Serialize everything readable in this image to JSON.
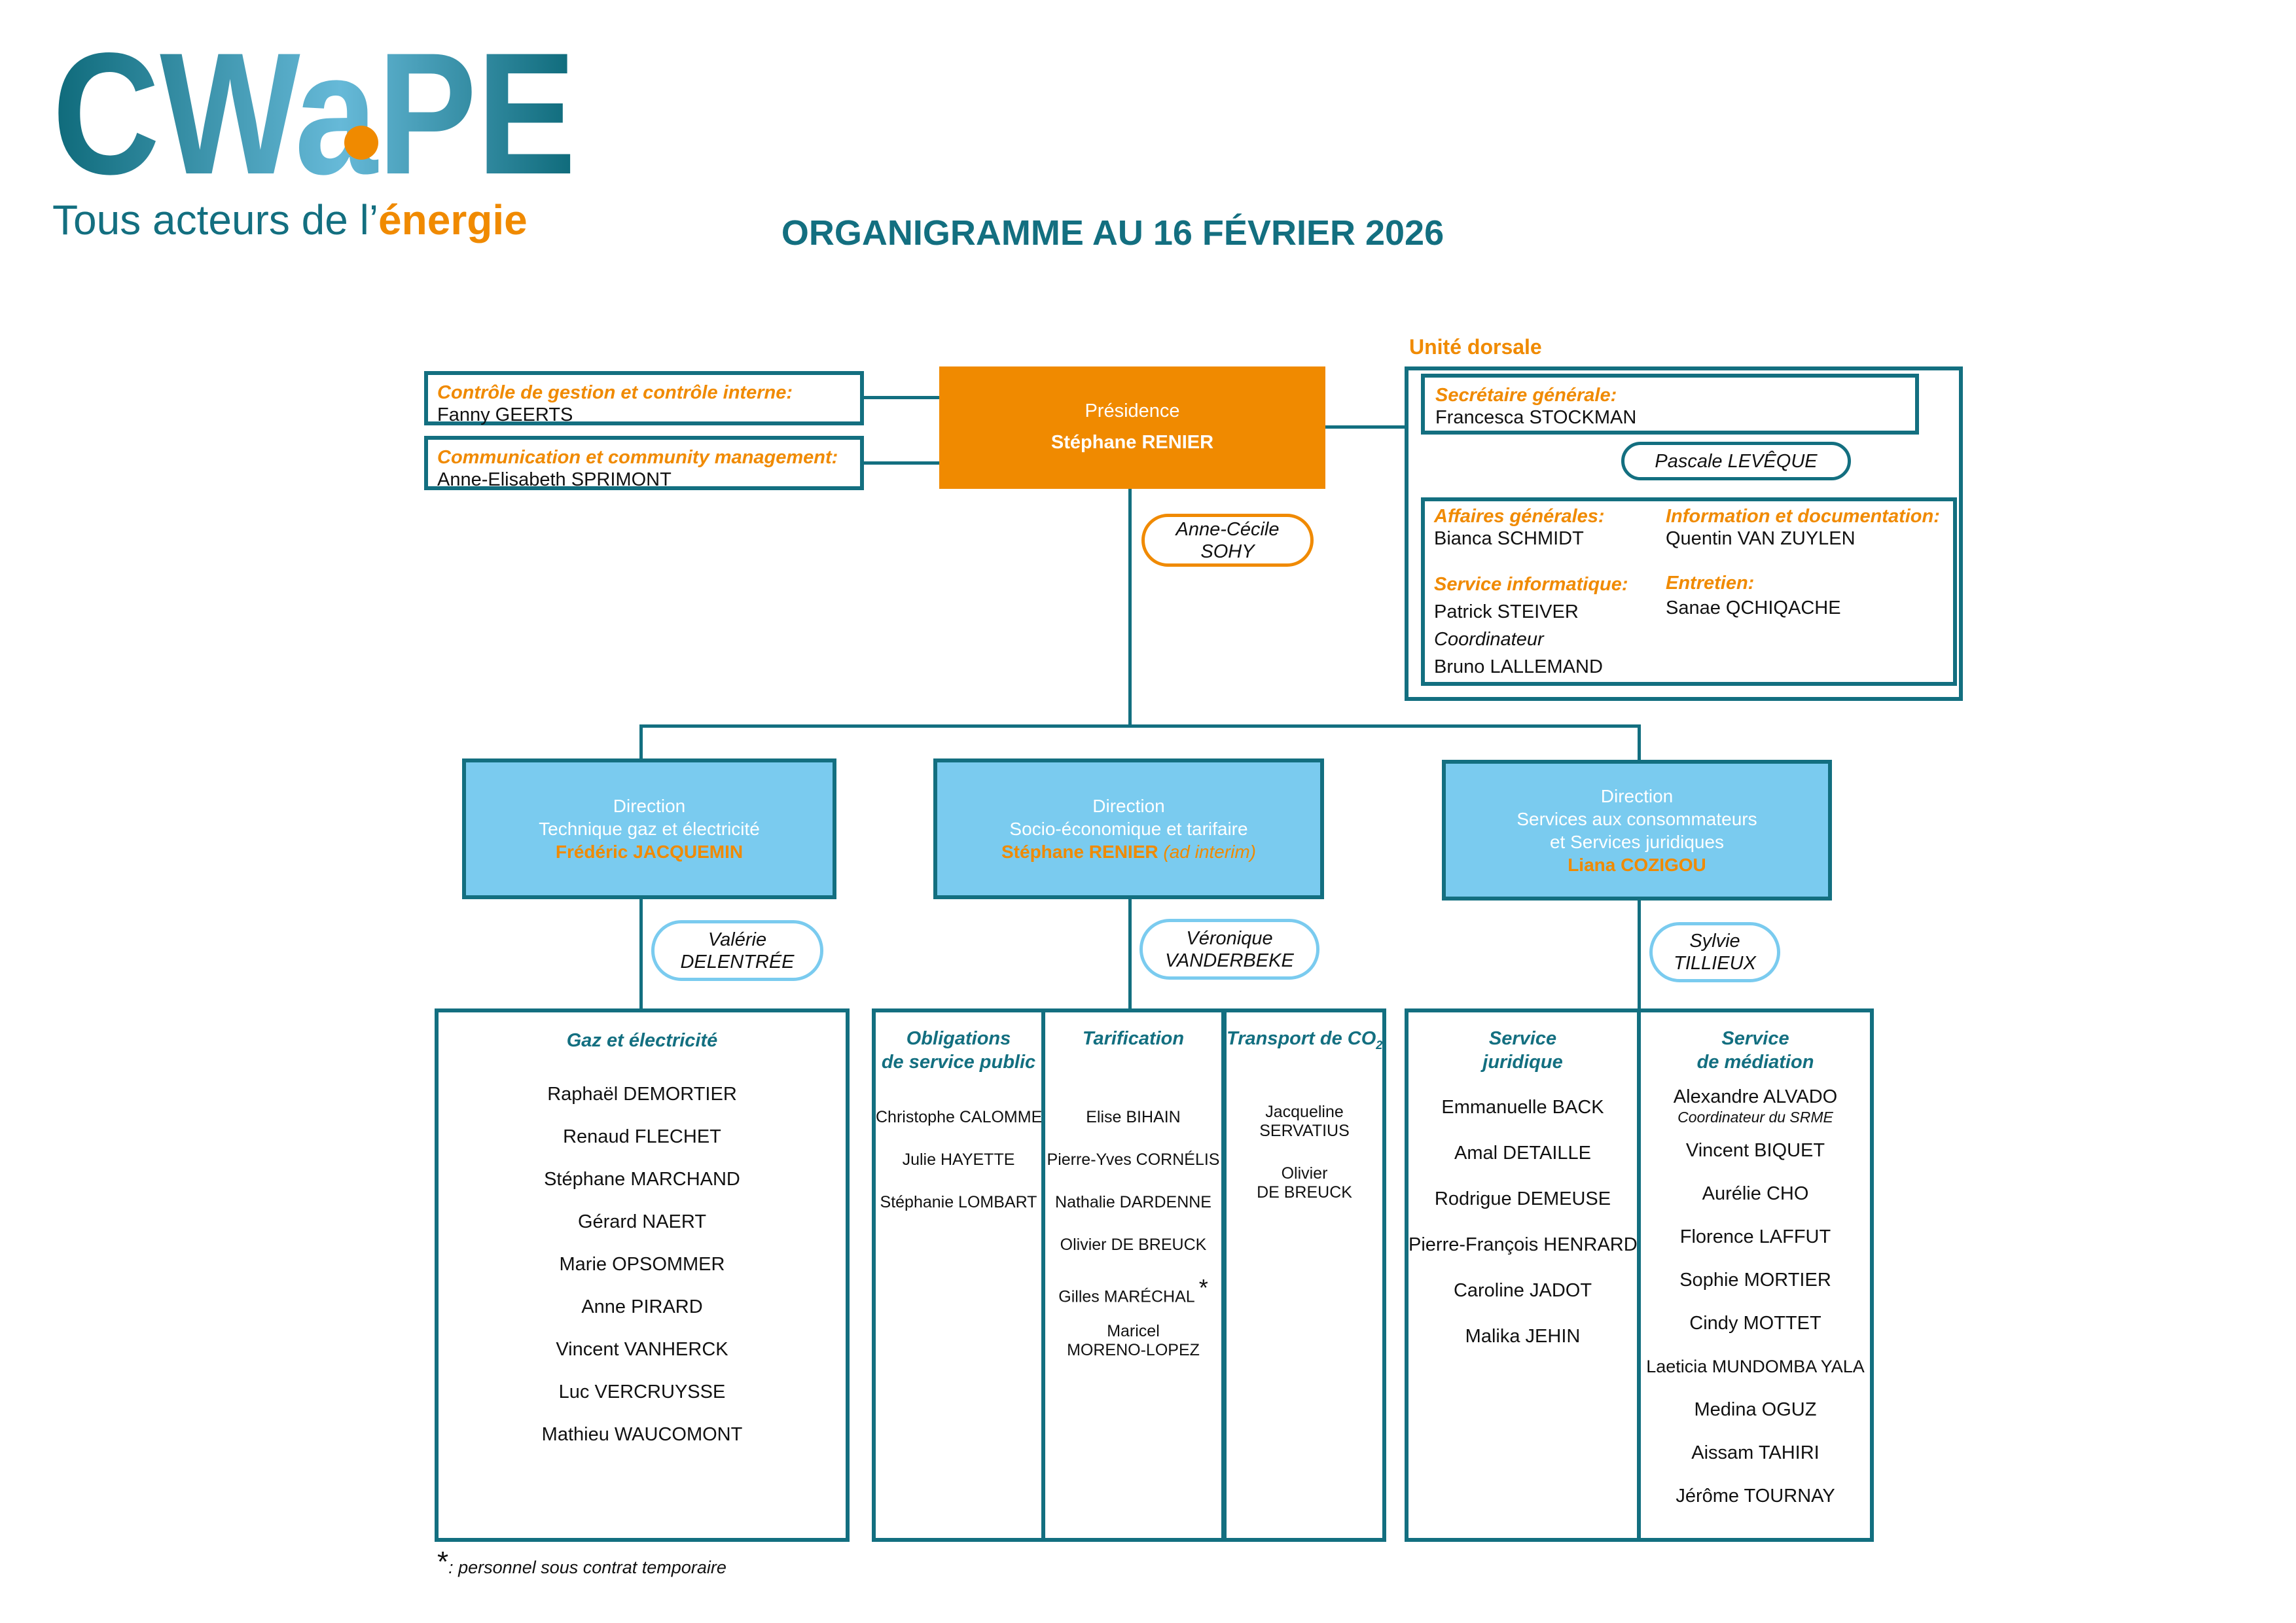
{
  "logo": {
    "wordmark": "CWaPE",
    "tagline_main": "Tous acteurs de l’",
    "tagline_accent": "énergie"
  },
  "title": "ORGANIGRAMME AU 16 FÉVRIER 2026",
  "colors": {
    "teal": "#136f80",
    "orange": "#f08a00",
    "light_blue": "#7acbef"
  },
  "side_boxes": [
    {
      "label": "Contrôle de gestion et contrôle interne:",
      "name": "Fanny GEERTS"
    },
    {
      "label": "Communication et community management:",
      "name": "Anne-Elisabeth SPRIMONT"
    }
  ],
  "presidence": {
    "title": "Présidence",
    "name": "Stéphane RENIER",
    "assistant": [
      "Anne-Cécile",
      "SOHY"
    ]
  },
  "unite_dorsale": {
    "heading": "Unité dorsale",
    "secretaire": {
      "label": "Secrétaire générale:",
      "name": "Francesca STOCKMAN"
    },
    "assistant": "Pascale LEVÊQUE",
    "affaires": {
      "label": "Affaires générales:",
      "name": "Bianca SCHMIDT"
    },
    "information": {
      "label": "Information et documentation:",
      "name": "Quentin VAN ZUYLEN"
    },
    "informatique": {
      "label": "Service informatique:",
      "name": "Patrick STEIVER",
      "role": "Coordinateur",
      "name2": "Bruno LALLEMAND"
    },
    "entretien": {
      "label": "Entretien:",
      "name": "Sanae QCHIQACHE"
    }
  },
  "directions": [
    {
      "title": "Direction",
      "sub": [
        "Technique gaz et électricité"
      ],
      "head": "Frédéric JACQUEMIN",
      "note": "",
      "assistant": [
        "Valérie",
        "DELENTRÉE"
      ]
    },
    {
      "title": "Direction",
      "sub": [
        "Socio-économique et tarifaire"
      ],
      "head": "Stéphane RENIER",
      "note": "(ad interim)",
      "assistant": [
        "Véronique",
        "VANDERBEKE"
      ]
    },
    {
      "title": "Direction",
      "sub": [
        "Services aux consommateurs",
        "et Services juridiques"
      ],
      "head": "Liana COZIGOU",
      "note": "",
      "assistant": [
        "Sylvie",
        "TILLIEUX"
      ]
    }
  ],
  "services": {
    "gaz": {
      "title": "Gaz et électricité",
      "members": [
        "Raphaël DEMORTIER",
        "Renaud FLECHET",
        "Stéphane MARCHAND",
        "Gérard NAERT",
        "Marie OPSOMMER",
        "Anne PIRARD",
        "Vincent VANHERCK",
        "Luc VERCRUYSSE",
        "Mathieu WAUCOMONT"
      ]
    },
    "osp": {
      "title": [
        "Obligations",
        "de service public"
      ],
      "members": [
        "Christophe CALOMME",
        "Julie HAYETTE",
        "Stéphanie LOMBART"
      ]
    },
    "tarif": {
      "title": "Tarification",
      "members": [
        "Elise BIHAIN",
        "Pierre-Yves CORNÉLIS",
        "Nathalie DARDENNE",
        "Olivier DE BREUCK",
        "Gilles MARÉCHAL"
      ],
      "last": [
        "Maricel",
        "MORENO-LOPEZ"
      ],
      "temp_mark": "*"
    },
    "co2": {
      "title": "Transport de CO",
      "title_sub": "2",
      "members": [
        [
          "Jacqueline",
          "SERVATIUS"
        ],
        [
          "Olivier",
          "DE BREUCK"
        ]
      ]
    },
    "juridique": {
      "title": [
        "Service",
        "juridique"
      ],
      "members": [
        "Emmanuelle BACK",
        "Amal DETAILLE",
        "Rodrigue DEMEUSE",
        "Pierre-François HENRARD",
        "Caroline JADOT",
        "Malika JEHIN"
      ]
    },
    "mediation": {
      "title": [
        "Service",
        "de médiation"
      ],
      "first": "Alexandre ALVADO",
      "first_role": "Coordinateur du SRME",
      "members": [
        "Vincent BIQUET",
        "Aurélie CHO",
        "Florence LAFFUT",
        "Sophie MORTIER",
        "Cindy MOTTET",
        "Laeticia MUNDOMBA YALA",
        "Medina OGUZ",
        "Aissam TAHIRI",
        "Jérôme TOURNAY"
      ]
    }
  },
  "footnote": {
    "mark": "*",
    "text": ": personnel sous contrat temporaire"
  }
}
